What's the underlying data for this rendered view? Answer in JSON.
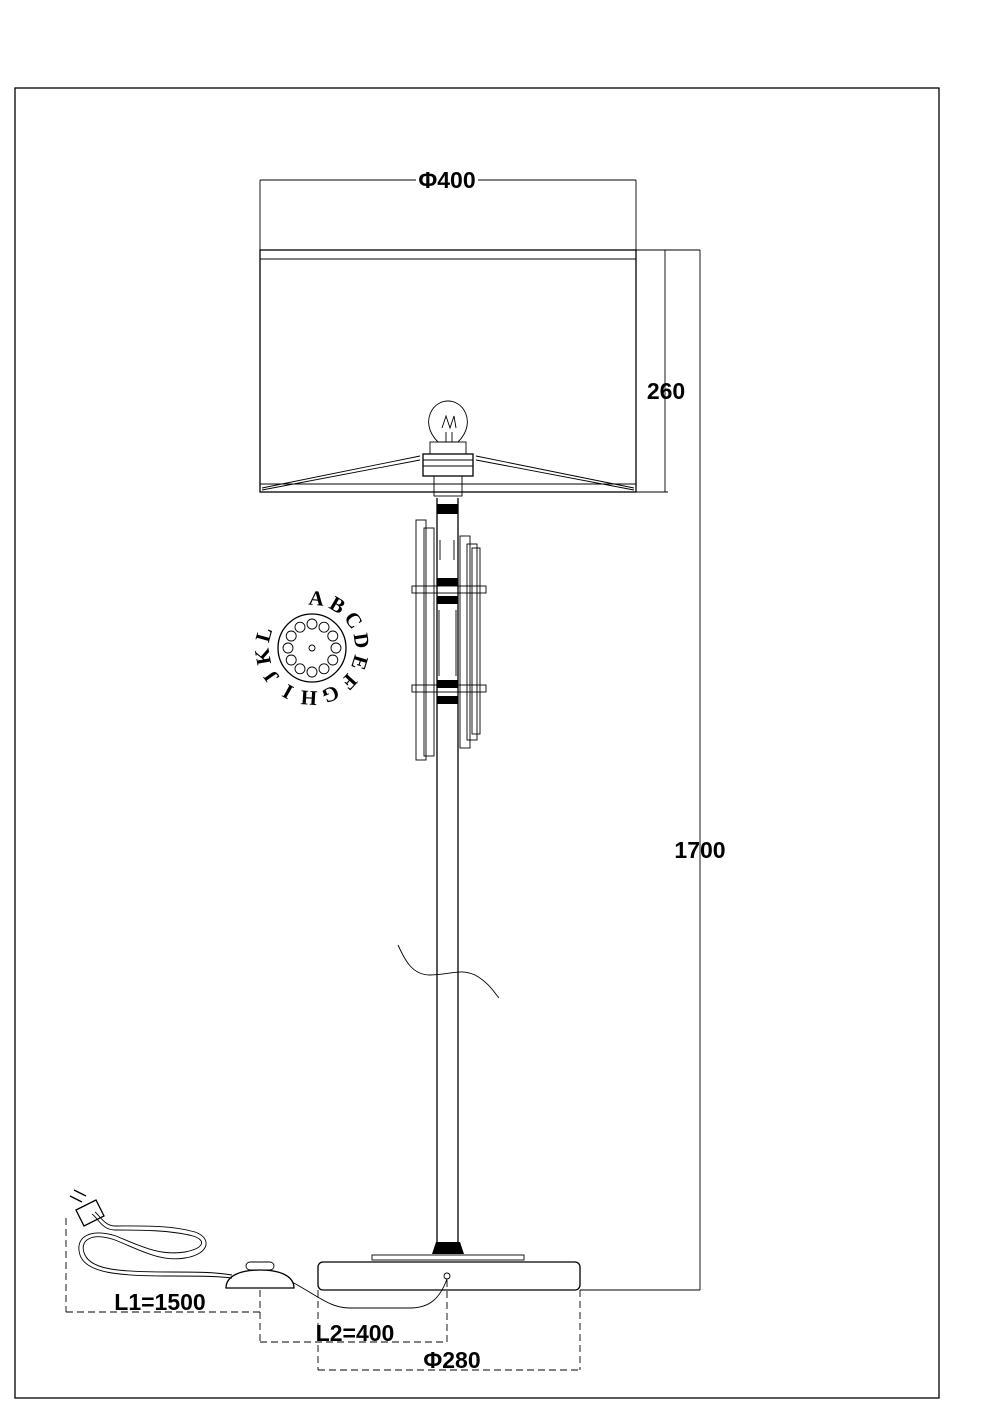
{
  "dimensions": {
    "shade_diameter": "Φ400",
    "shade_height": "260",
    "total_height": "1700",
    "cable_l1": "L1=1500",
    "cable_l2": "L2=400",
    "base_diameter": "Φ280"
  },
  "crystal_ring_letters": [
    "A",
    "B",
    "C",
    "D",
    "E",
    "F",
    "G",
    "H",
    "I",
    "J",
    "K",
    "L"
  ]
}
